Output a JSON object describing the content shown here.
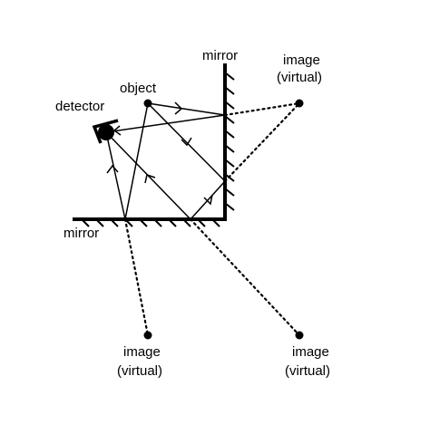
{
  "labels": {
    "mirror_vertical": "mirror",
    "mirror_horizontal": "mirror",
    "object": "object",
    "detector": "detector",
    "image_right_line1": "image",
    "image_right_line2": "(virtual)",
    "image_bottom_left_line1": "image",
    "image_bottom_left_line2": "(virtual)",
    "image_bottom_right_line1": "image",
    "image_bottom_right_line2": "(virtual)"
  }
}
